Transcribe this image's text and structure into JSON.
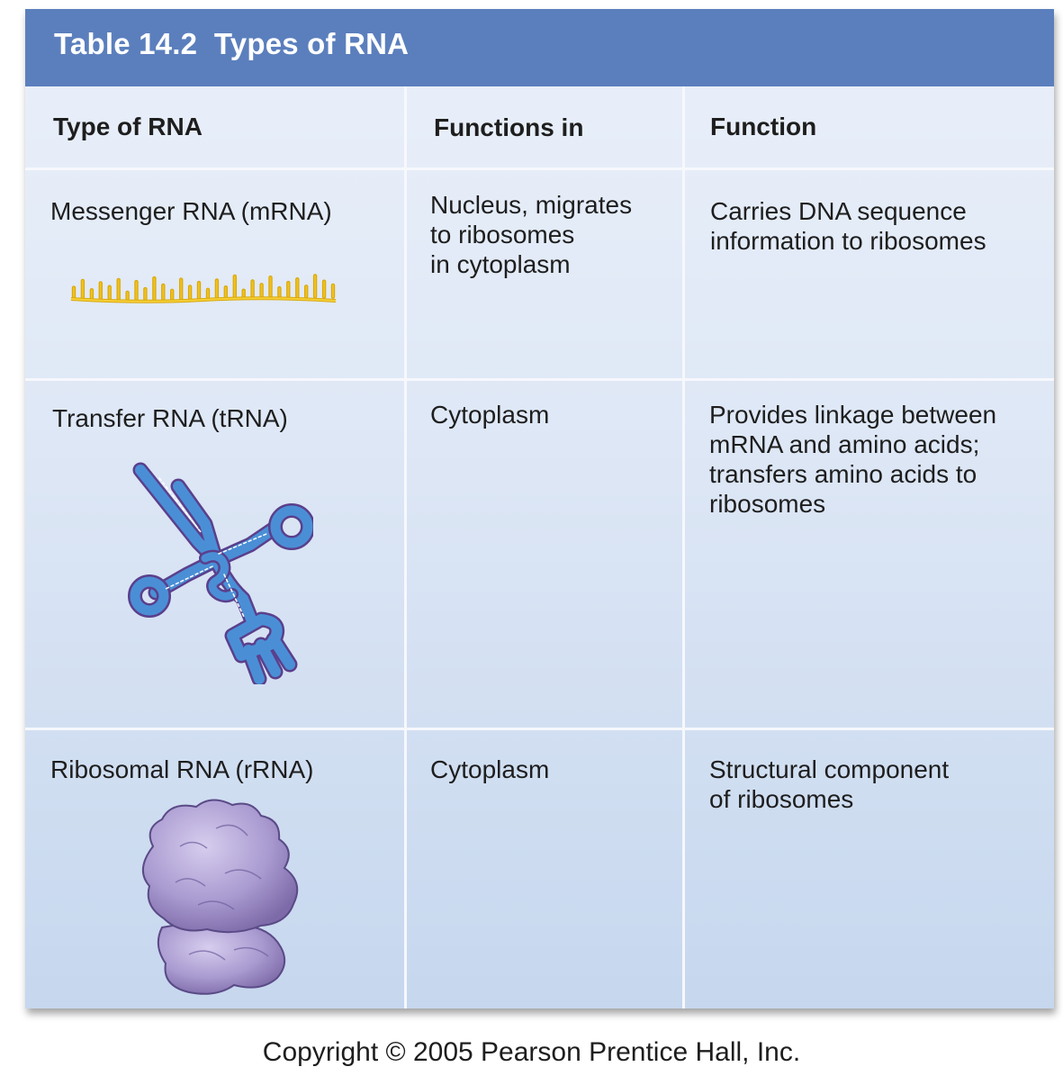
{
  "table": {
    "title": "Table 14.2  Types of RNA",
    "headers": [
      "Type of RNA",
      "Functions in",
      "Function"
    ],
    "rows": [
      {
        "type": "Messenger RNA (mRNA)",
        "location": [
          "Nucleus, migrates",
          "to ribosomes",
          "in cytoplasm"
        ],
        "function": [
          "Carries DNA sequence",
          "information to ribosomes"
        ],
        "illustration": "mrna-strand"
      },
      {
        "type": "Transfer RNA (tRNA)",
        "location": [
          "Cytoplasm"
        ],
        "function": [
          "Provides linkage between",
          "mRNA and amino acids;",
          "transfers amino acids to",
          "ribosomes"
        ],
        "illustration": "trna-cloverleaf"
      },
      {
        "type": "Ribosomal RNA (rRNA)",
        "location": [
          "Cytoplasm"
        ],
        "function": [
          "Structural component",
          "of ribosomes"
        ],
        "illustration": "ribosome"
      }
    ]
  },
  "footer": {
    "copyright": "Copyright © 2005 Pearson Prentice Hall, Inc."
  },
  "colors": {
    "title_bar": "#5b7fbd",
    "mrna": "#f2c21f",
    "trna": "#4a8fd6",
    "trna_outline": "#5b3f8c",
    "ribosome": "#a99ad0"
  }
}
